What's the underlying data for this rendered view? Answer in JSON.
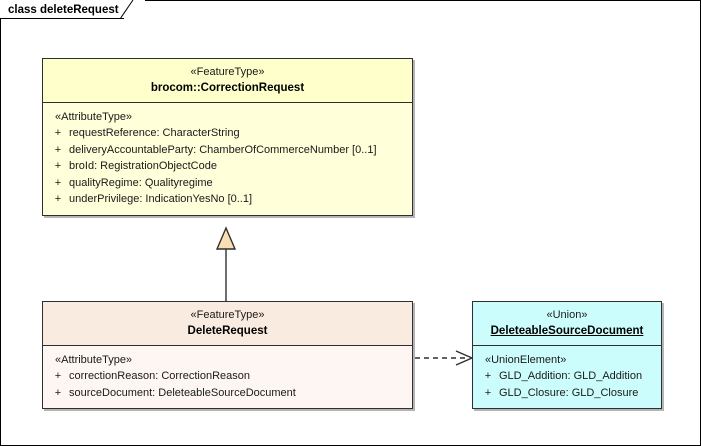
{
  "frame": {
    "label": "class deleteRequest"
  },
  "classes": {
    "correction_request": {
      "stereotype": "«FeatureType»",
      "name": "brocom::CorrectionRequest",
      "compartment_stereotype": "«AttributeType»",
      "attributes": [
        {
          "visibility": "+",
          "text": "requestReference: CharacterString"
        },
        {
          "visibility": "+",
          "text": "deliveryAccountableParty: ChamberOfCommerceNumber [0..1]"
        },
        {
          "visibility": "+",
          "text": "broId: RegistrationObjectCode"
        },
        {
          "visibility": "+",
          "text": "qualityRegime: Qualityregime"
        },
        {
          "visibility": "+",
          "text": "underPrivilege: IndicationYesNo [0..1]"
        }
      ]
    },
    "delete_request": {
      "stereotype": "«FeatureType»",
      "name": "DeleteRequest",
      "compartment_stereotype": "«AttributeType»",
      "attributes": [
        {
          "visibility": "+",
          "text": "correctionReason: CorrectionReason"
        },
        {
          "visibility": "+",
          "text": "sourceDocument: DeleteableSourceDocument"
        }
      ]
    },
    "deleteable_source_document": {
      "stereotype": "«Union»",
      "name": "DeleteableSourceDocument",
      "compartment_stereotype": "«UnionElement»",
      "attributes": [
        {
          "visibility": "+",
          "text": "GLD_Addition: GLD_Addition"
        },
        {
          "visibility": "+",
          "text": "GLD_Closure: GLD_Closure"
        }
      ]
    }
  },
  "connectors": [
    {
      "type": "generalization",
      "from": "DeleteRequest",
      "to": "brocom::CorrectionRequest",
      "style": "solid-hollow-triangle"
    },
    {
      "type": "dependency",
      "from": "DeleteRequest",
      "to": "DeleteableSourceDocument",
      "style": "dashed-open-arrow"
    }
  ],
  "colors": {
    "feature_header": "#ffffcc",
    "feature_body": "#ffffd9",
    "delete_header": "#faebe0",
    "delete_body": "#fdf6f2",
    "union_fill": "#ccfdfd",
    "line": "#2f2f2f",
    "triangle_fill": "#fadfb4",
    "canvas": "#ffffff"
  }
}
